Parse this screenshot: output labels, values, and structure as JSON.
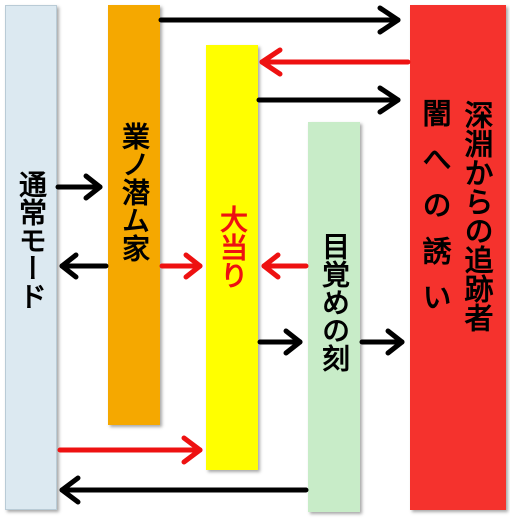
{
  "boxes": {
    "normal_mode": {
      "label": "通常モード"
    },
    "gyo_no_sensou": {
      "label": "業ノ潜ム家"
    },
    "jackpot": {
      "label": "大当り"
    },
    "awakening": {
      "label": "目覚めの刻"
    },
    "abyss": {
      "label_col1": "深淵からの追跡者",
      "label_col2": "闇への誘い"
    }
  },
  "colors": {
    "normal_mode": "#dce9f1",
    "gyo_no_sensou": "#f5a800",
    "jackpot": "#ffff00",
    "awakening": "#c8ecc8",
    "abyss": "#f5322d",
    "arrow_black": "#000000",
    "arrow_red": "#ee1111",
    "jackpot_text": "#ee1111"
  }
}
